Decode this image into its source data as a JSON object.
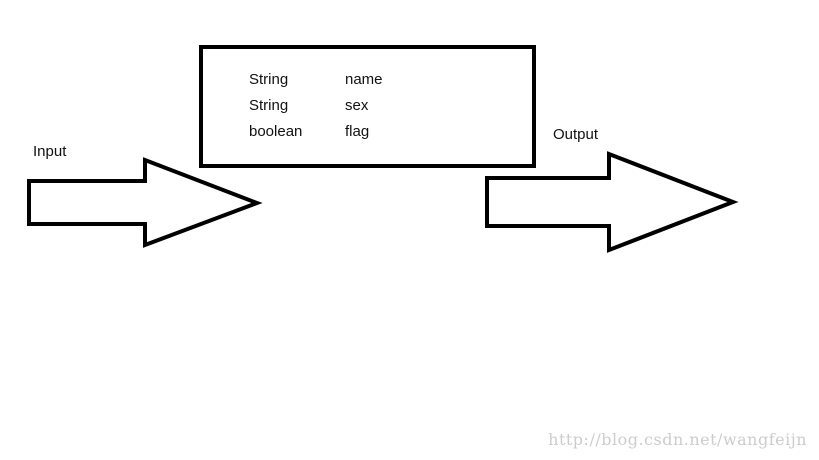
{
  "diagram": {
    "input_label": "Input",
    "output_label": "Output",
    "fields": [
      {
        "type": "String",
        "name": "name"
      },
      {
        "type": "String",
        "name": "sex"
      },
      {
        "type": "boolean",
        "name": "flag"
      }
    ]
  },
  "watermark": "http://blog.csdn.net/wangfeijn",
  "colors": {
    "stroke": "#000000",
    "text": "#111111",
    "watermark": "#cccccc",
    "background": "#ffffff"
  },
  "icons": {
    "input_arrow": "right-arrow-icon",
    "output_arrow": "right-arrow-icon"
  }
}
